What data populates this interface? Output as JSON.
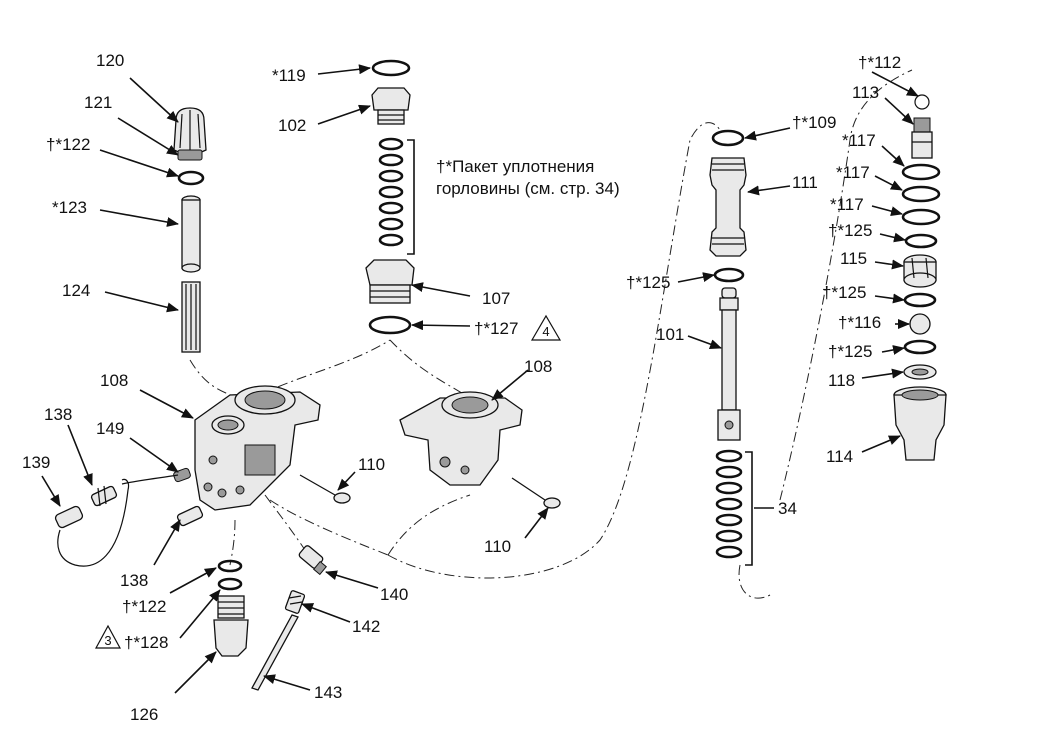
{
  "diagram": {
    "labels": {
      "p120": "120",
      "p121": "121",
      "p122a": "†*122",
      "p123": "*123",
      "p124": "124",
      "p108a": "108",
      "p138a": "138",
      "p149": "149",
      "p139": "139",
      "p138b": "138",
      "p122b": "†*122",
      "p128": "†*128",
      "p126": "126",
      "p119": "*119",
      "p102": "102",
      "pack_line1": "†*Пакет уплотнения",
      "pack_line2": "горловины (см. стр. 34)",
      "p107": "107",
      "p127": "†*127",
      "p108b": "108",
      "p110a": "110",
      "p110b": "110",
      "p140": "140",
      "p142": "142",
      "p143": "143",
      "p109": "†*109",
      "p111": "111",
      "p125a": "†*125",
      "p101": "101",
      "p34": "34",
      "p112": "†*112",
      "p113": "113",
      "p117a": "*117",
      "p117b": "*117",
      "p117c": "*117",
      "p125b": "†*125",
      "p115": "115",
      "p125c": "†*125",
      "p116": "†*116",
      "p125d": "†*125",
      "p118": "118",
      "p114": "114"
    },
    "notes": {
      "note3": "3",
      "note4": "4"
    }
  }
}
